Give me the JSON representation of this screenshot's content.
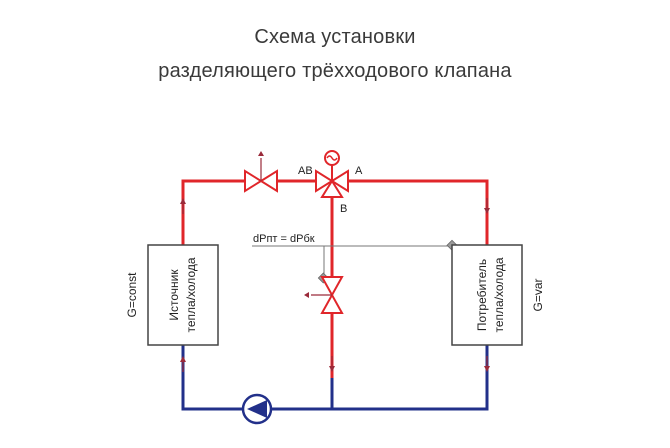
{
  "title": {
    "line1": "Схема установки",
    "line2": "разделяющего трёхходового клапана"
  },
  "labels": {
    "port_ab": "AB",
    "port_a": "A",
    "port_b": "B",
    "pressure_relation": "dPпт = dPбк",
    "source_flow": "G=const",
    "source_name_line1": "Источник",
    "source_name_line2": "тепла/холода",
    "consumer_name_line1": "Потребитель",
    "consumer_name_line2": "тепла/холода",
    "consumer_flow": "G=var"
  },
  "colors": {
    "supply": "#e0262a",
    "return": "#22308a",
    "arrow": "#9a2a3a",
    "box_border": "#444444"
  },
  "icons": [
    "two-way-valve",
    "three-way-valve",
    "actuator",
    "balancing-valve",
    "circulation-pump",
    "flow-arrow"
  ]
}
